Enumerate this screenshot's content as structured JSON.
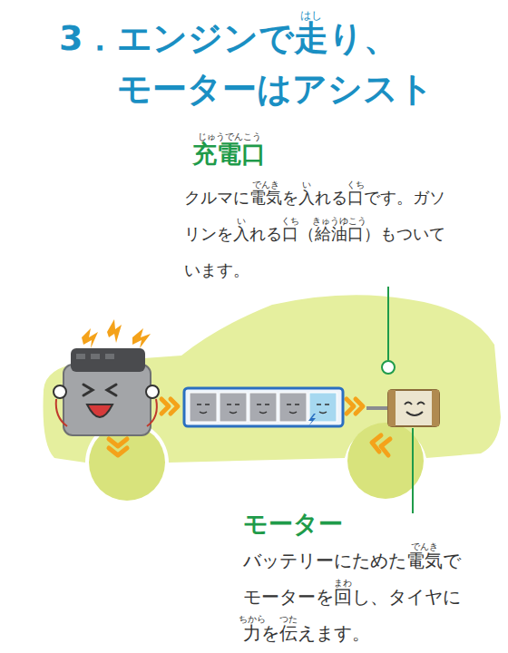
{
  "diagram": {
    "title": "3．エンジンで走り、 モーターはアシスト",
    "labels": [
      "はし",
      "じゅうでんこう",
      "充電口",
      "でんき",
      "い",
      "くち",
      "い",
      "くち",
      "きゅうゆこう",
      "クルマに電気を入れる口です。ガソリンを入れる口（給油口）もついています。",
      "モーター",
      "でんき",
      "まわ",
      "ちから",
      "つた",
      "バッテリーにためた電気でモーターを回し、タイヤに力を伝えます。"
    ]
  }
}
